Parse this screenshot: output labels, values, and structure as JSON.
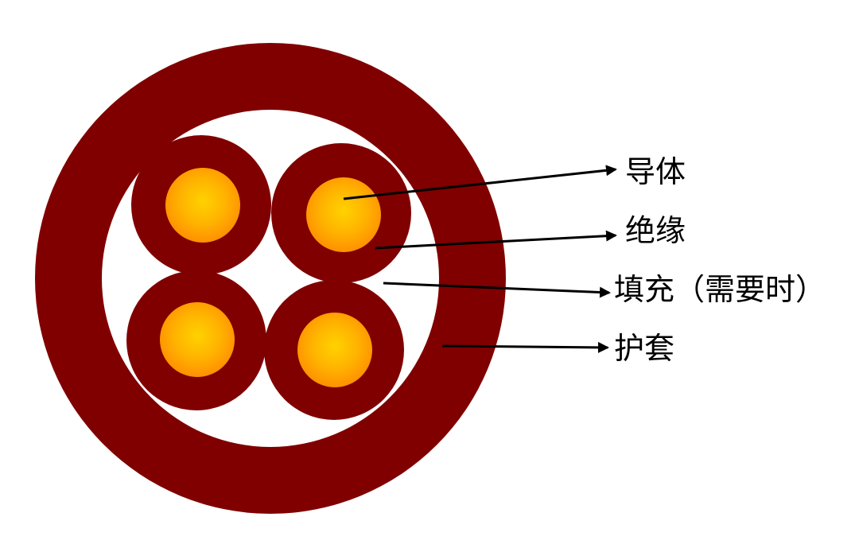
{
  "labels": {
    "conductor": "导体",
    "insulation": "绝缘",
    "filler": "填充（需要时）",
    "sheath": "护套"
  },
  "colors": {
    "sheath": "#800000",
    "insulation": "#800000",
    "filler_gap": "#ffffff",
    "conductor_center": "#ffd200",
    "conductor_edge": "#ff9800",
    "arrow": "#000000"
  },
  "icons": {
    "arrowhead": "arrowhead-icon"
  }
}
